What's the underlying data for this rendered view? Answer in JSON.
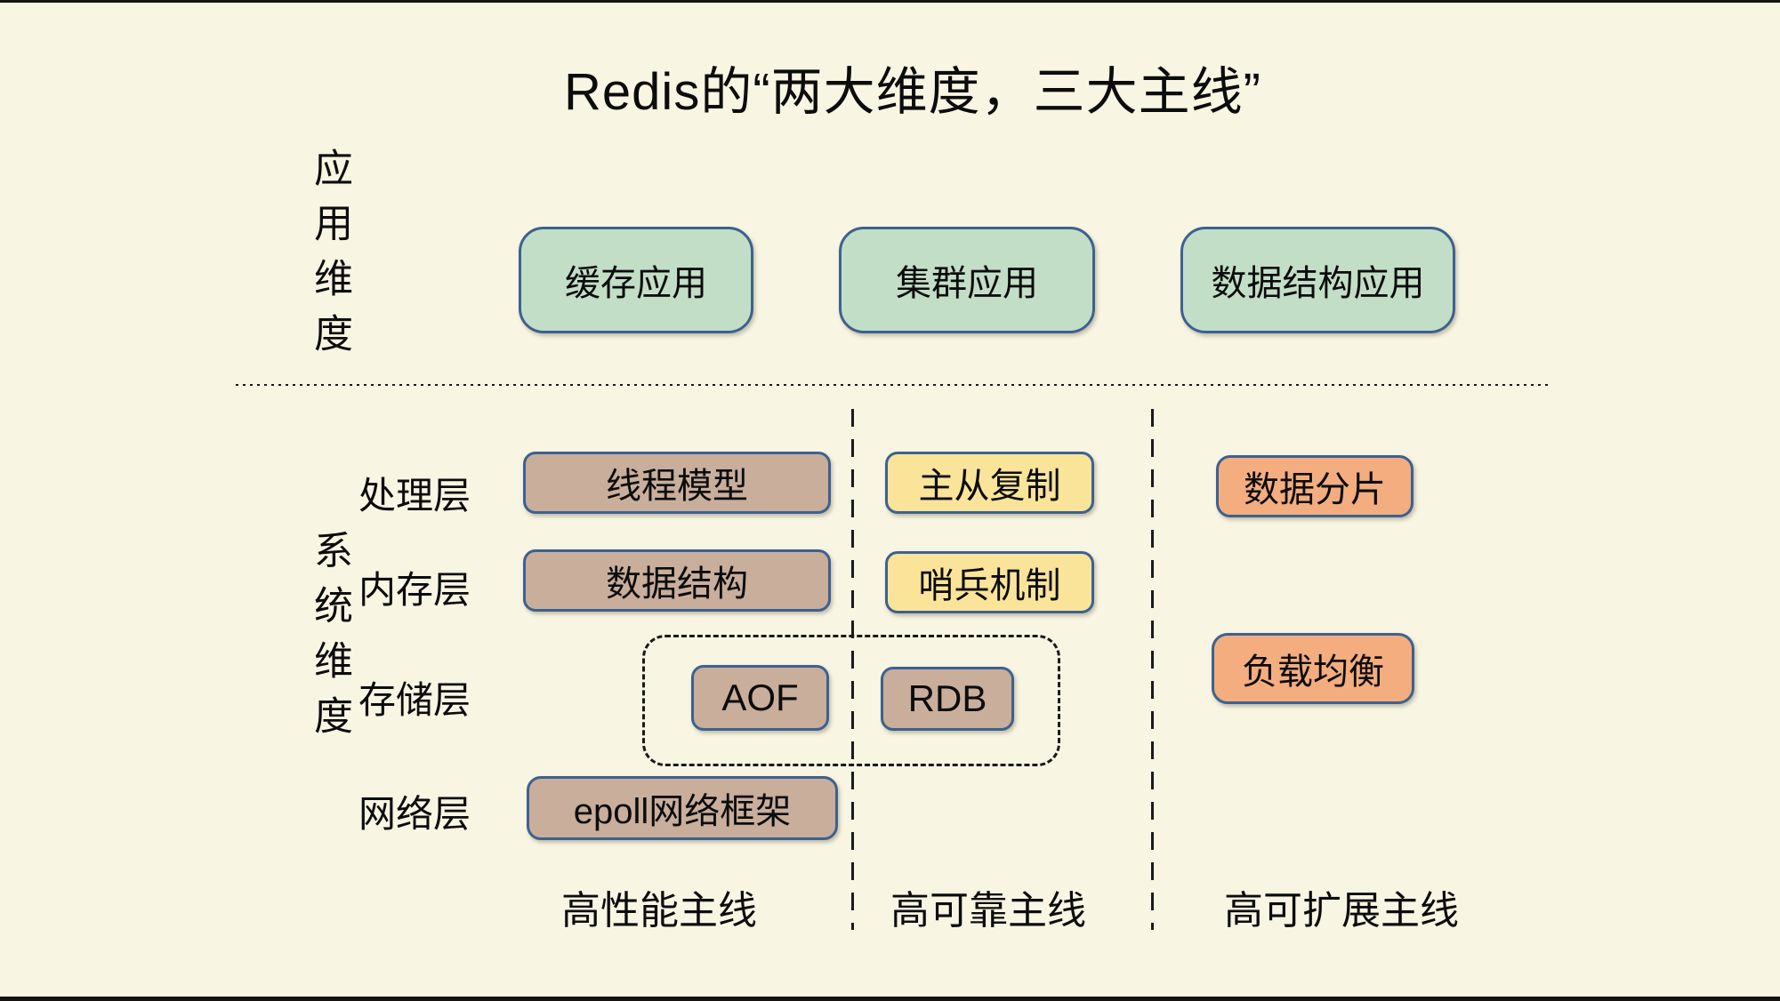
{
  "title": "Redis的“两大维度，三大主线”",
  "dimensions": {
    "application": "应用维度",
    "system": "系统维度"
  },
  "application_boxes": [
    {
      "label": "缓存应用"
    },
    {
      "label": "集群应用"
    },
    {
      "label": "数据结构应用"
    }
  ],
  "layer_labels": [
    {
      "label": "处理层"
    },
    {
      "label": "内存层"
    },
    {
      "label": "存储层"
    },
    {
      "label": "网络层"
    }
  ],
  "performance_line": {
    "thread_model": "线程模型",
    "data_structure": "数据结构",
    "aof": "AOF",
    "epoll": "epoll网络框架"
  },
  "reliability_line": {
    "master_slave": "主从复制",
    "sentinel": "哨兵机制",
    "rdb": "RDB"
  },
  "scalability_line": {
    "sharding": "数据分片",
    "load_balancing": "负载均衡"
  },
  "mainlines": [
    {
      "label": "高性能主线"
    },
    {
      "label": "高可靠主线"
    },
    {
      "label": "高可扩展主线"
    }
  ],
  "colors": {
    "background": "#F9F5E3",
    "application_box_fill": "#C3DEC6",
    "performance_box_fill": "#C8AE9B",
    "reliability_box_fill": "#FAE49A",
    "scalability_box_fill": "#F4AD7E",
    "box_border": "#3D6190",
    "text": "#111111"
  }
}
